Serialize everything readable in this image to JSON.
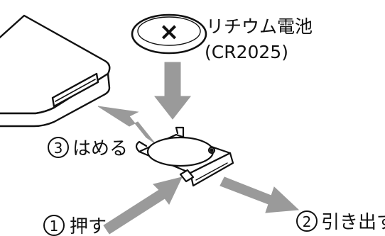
{
  "battery": {
    "mark": "×",
    "name": "リチウム電池",
    "model": "(CR2025)"
  },
  "steps": [
    {
      "number": "3",
      "text": "はめる"
    },
    {
      "number": "1",
      "text": "押す"
    },
    {
      "number": "2",
      "text": "引き出す"
    }
  ],
  "colors": {
    "line": "#111111",
    "arrow_fill": "#9a9a9a",
    "background": "#ffffff"
  }
}
